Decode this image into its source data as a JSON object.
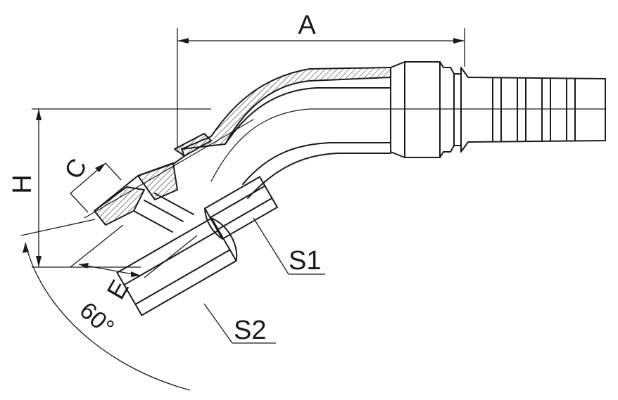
{
  "labels": {
    "A": "A",
    "H": "H",
    "C": "C",
    "E": "E",
    "S1": "S1",
    "S2": "S2",
    "angle": "60°"
  }
}
